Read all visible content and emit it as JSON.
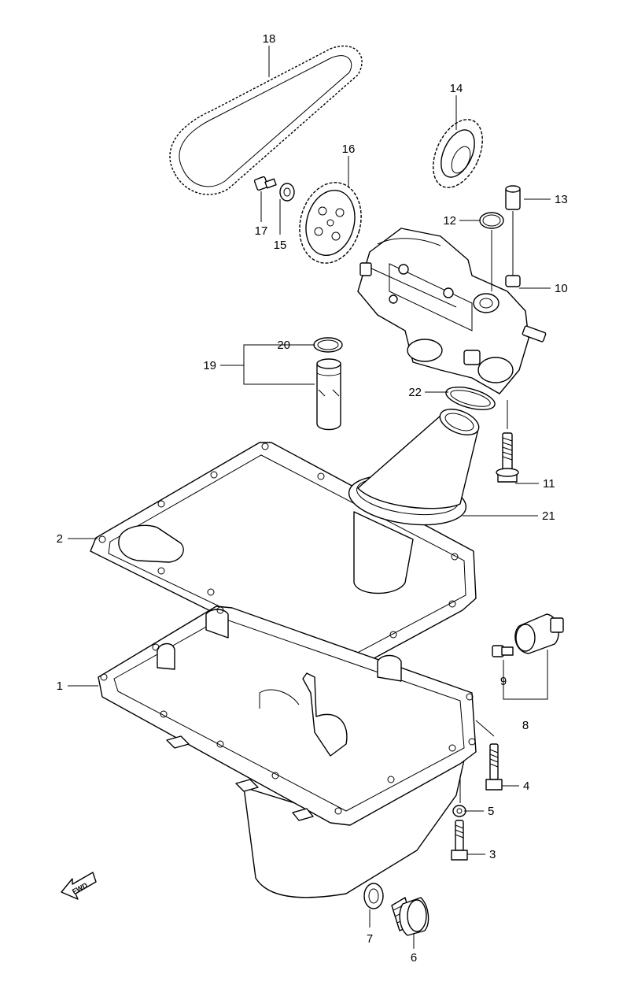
{
  "callouts": [
    {
      "id": "1",
      "text": "1"
    },
    {
      "id": "2",
      "text": "2"
    },
    {
      "id": "3",
      "text": "3"
    },
    {
      "id": "4",
      "text": "4"
    },
    {
      "id": "5",
      "text": "5"
    },
    {
      "id": "6",
      "text": "6"
    },
    {
      "id": "7",
      "text": "7"
    },
    {
      "id": "8",
      "text": "8"
    },
    {
      "id": "9",
      "text": "9"
    },
    {
      "id": "10",
      "text": "10"
    },
    {
      "id": "11",
      "text": "11"
    },
    {
      "id": "12",
      "text": "12"
    },
    {
      "id": "13",
      "text": "13"
    },
    {
      "id": "14",
      "text": "14"
    },
    {
      "id": "15",
      "text": "15"
    },
    {
      "id": "16",
      "text": "16"
    },
    {
      "id": "17",
      "text": "17"
    },
    {
      "id": "18",
      "text": "18"
    },
    {
      "id": "19",
      "text": "19"
    },
    {
      "id": "20",
      "text": "20"
    },
    {
      "id": "21",
      "text": "21"
    },
    {
      "id": "22",
      "text": "22"
    }
  ],
  "fwd_badge": "FWD"
}
